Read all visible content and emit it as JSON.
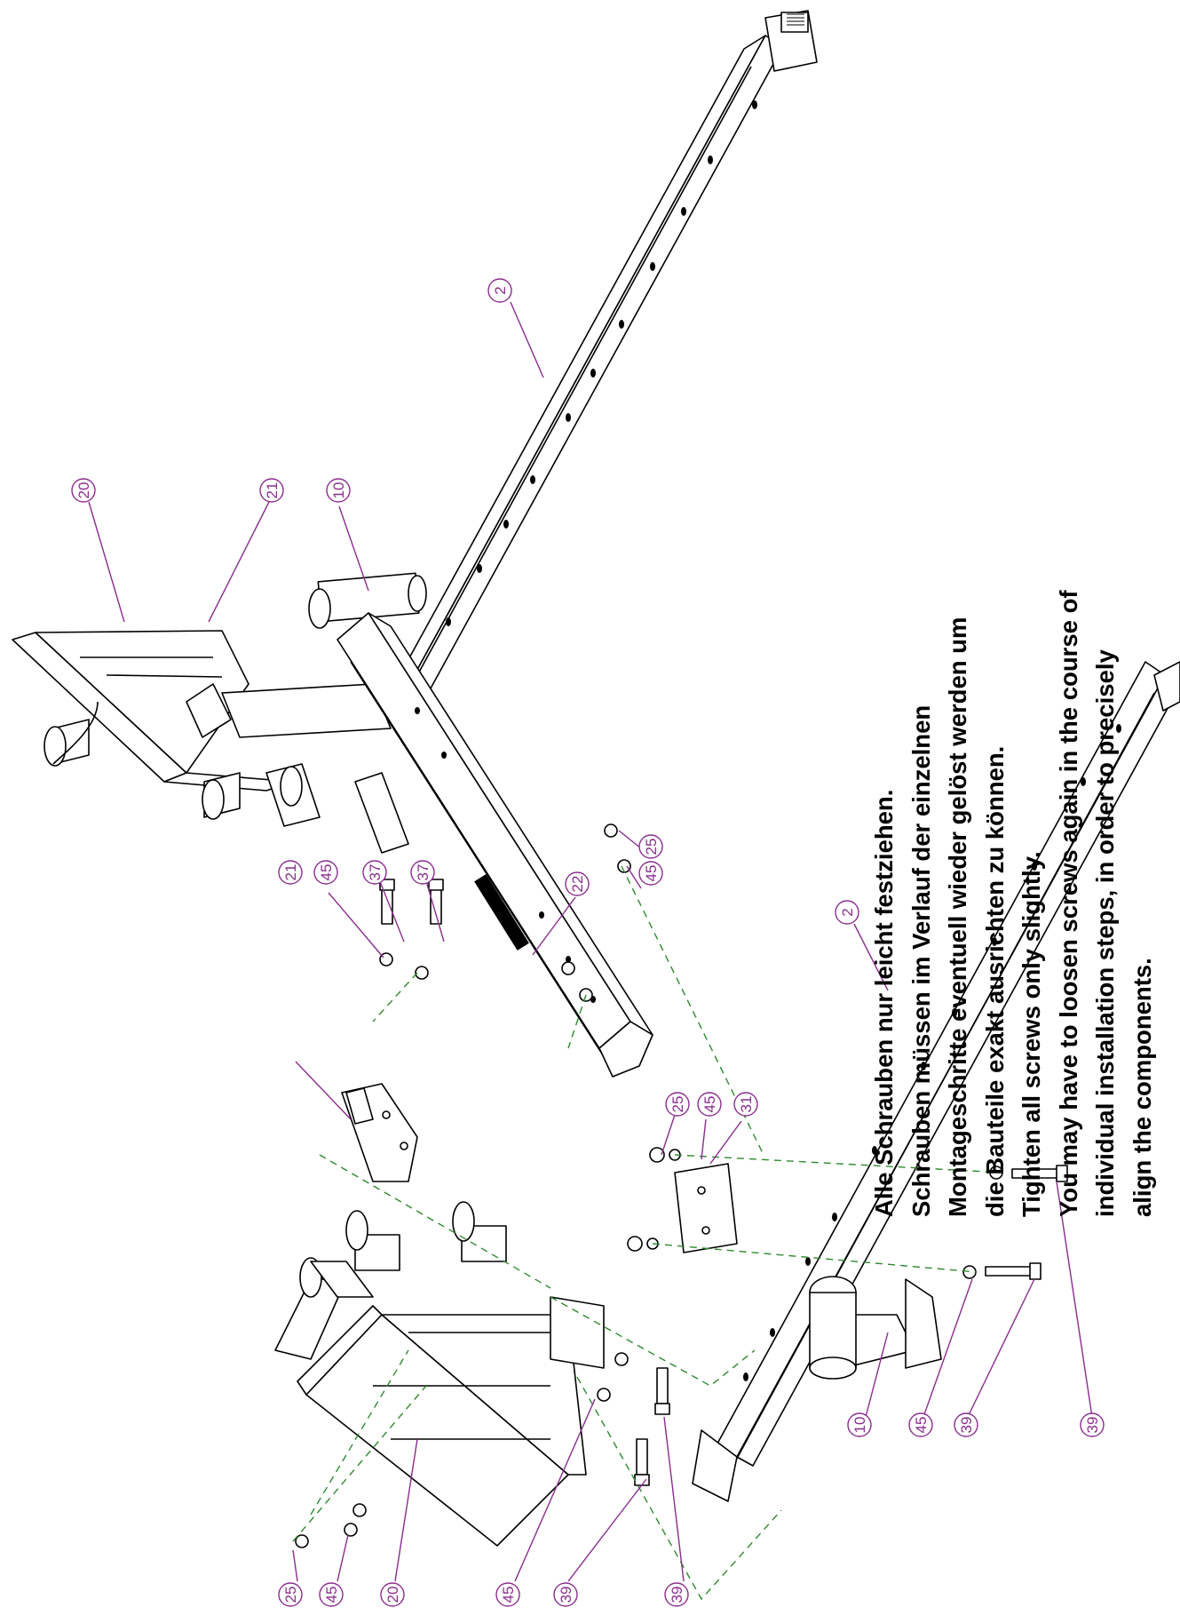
{
  "instructions": {
    "lines": [
      "Alle Schrauben nur leicht festziehen.",
      "Schrauben müssen im Verlauf der einzelnen",
      "Montageschritte eventuell wieder gelöst werden um",
      "die Bauteile exakt ausrichten zu können.",
      "Tighten all screws only slightly.",
      "You may have to loosen screws again in the course of",
      "individual installation steps, in order to precisely",
      "align the components."
    ]
  },
  "colors": {
    "callout": "#8a2d8e",
    "dashed_line": "#2e8b2e",
    "part_outline": "#000000"
  },
  "callouts": [
    {
      "id": "c-2-upper",
      "label": "2"
    },
    {
      "id": "c-20-upper",
      "label": "20"
    },
    {
      "id": "c-21-upper",
      "label": "21"
    },
    {
      "id": "c-10-upper",
      "label": "10"
    },
    {
      "id": "c-22",
      "label": "22"
    },
    {
      "id": "c-2-lower",
      "label": "2"
    },
    {
      "id": "c-25-a",
      "label": "25"
    },
    {
      "id": "c-45-a",
      "label": "45"
    },
    {
      "id": "c-25-b",
      "label": "25"
    },
    {
      "id": "c-45-b",
      "label": "45"
    },
    {
      "id": "c-31",
      "label": "31"
    },
    {
      "id": "c-21-lower",
      "label": "21"
    },
    {
      "id": "c-45-c",
      "label": "45"
    },
    {
      "id": "c-37-a",
      "label": "37"
    },
    {
      "id": "c-37-b",
      "label": "37"
    },
    {
      "id": "c-10-lower",
      "label": "10"
    },
    {
      "id": "c-45-d",
      "label": "45"
    },
    {
      "id": "c-39-a",
      "label": "39"
    },
    {
      "id": "c-39-b",
      "label": "39"
    },
    {
      "id": "c-25-c",
      "label": "25"
    },
    {
      "id": "c-45-e",
      "label": "45"
    },
    {
      "id": "c-20-lower",
      "label": "20"
    },
    {
      "id": "c-45-f",
      "label": "45"
    },
    {
      "id": "c-39-c",
      "label": "39"
    },
    {
      "id": "c-39-d",
      "label": "39"
    }
  ]
}
